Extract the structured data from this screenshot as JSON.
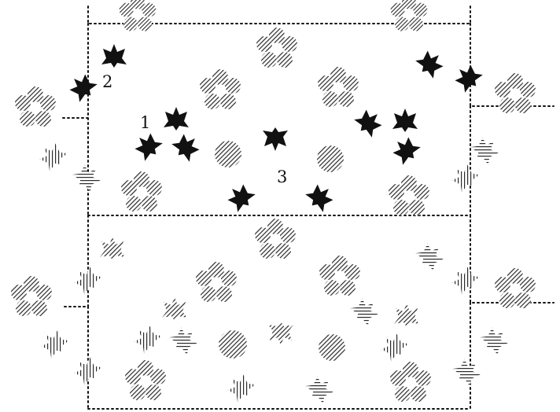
{
  "colors": {
    "ink": "#111111",
    "hatch": "#2a2a2a",
    "paper": "#ffffff"
  },
  "icons": {
    "flower": "flower-motif-icon",
    "arrow": "arrowhead-leaf-motif-icon",
    "dot": "hatched-dot-icon"
  },
  "labels": {
    "one": "1",
    "two": "2",
    "three": "3"
  }
}
